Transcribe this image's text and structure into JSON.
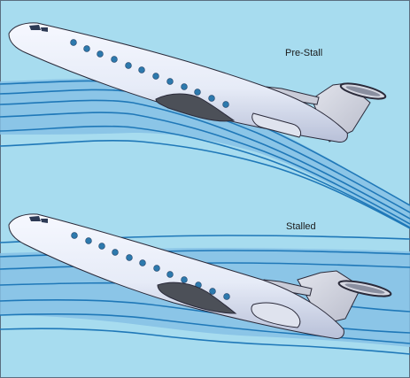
{
  "panels": [
    {
      "id": "pre-stall",
      "label": "Pre-Stall"
    },
    {
      "id": "stalled",
      "label": "Stalled"
    }
  ],
  "colors": {
    "background": "#a7dcef",
    "airflow_band": "#86c1e5",
    "airflow_line": "#1f78b8",
    "fuselage": "#e7ecf8",
    "fuselage_shadow": "#bcc4dc",
    "outline": "#2a2a3a",
    "window": "#2d79ad",
    "wing": "#4c5058",
    "tail": "#c9ccd8",
    "frame": "#5a6e80"
  }
}
